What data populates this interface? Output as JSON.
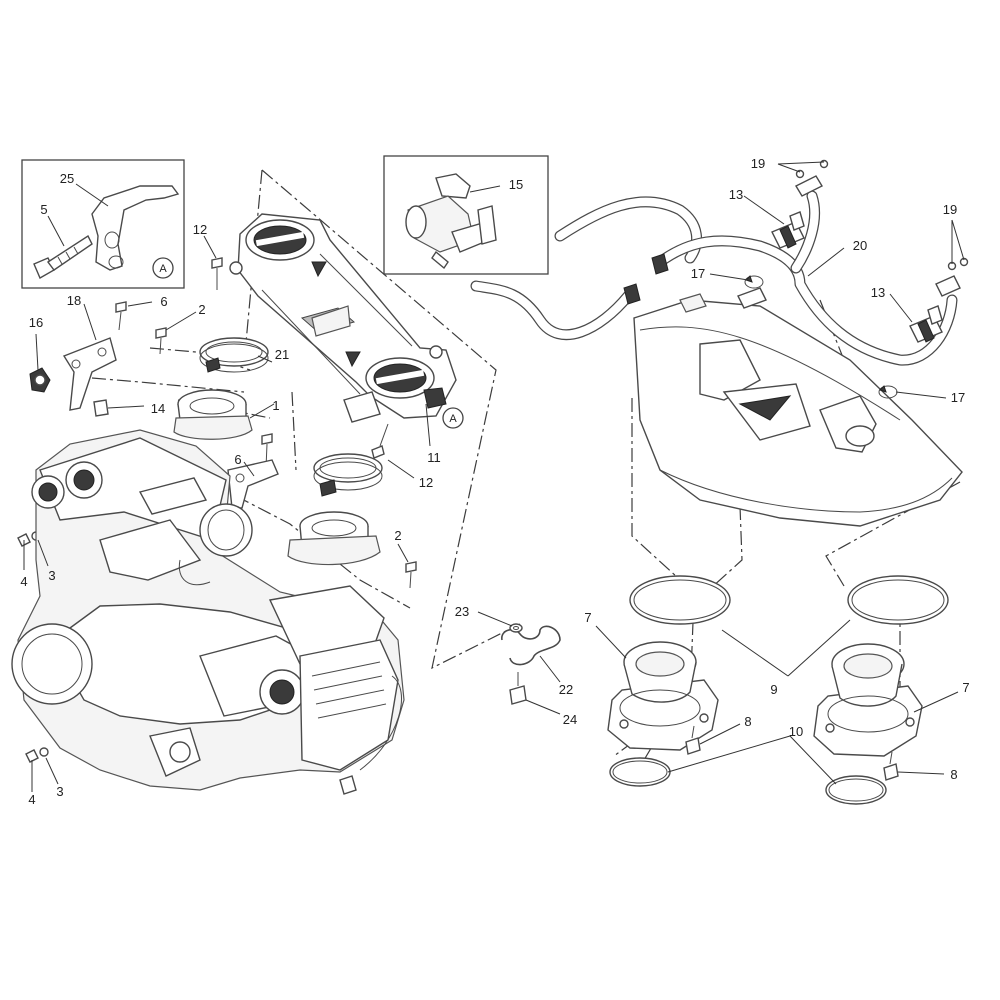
{
  "diagram": {
    "detail_letter": "A",
    "part_labels": [
      "25",
      "5",
      "12",
      "15",
      "19",
      "13",
      "19",
      "20",
      "18",
      "6",
      "2",
      "16",
      "21",
      "14",
      "1",
      "17",
      "13",
      "17",
      "11",
      "12",
      "6",
      "4",
      "3",
      "2",
      "23",
      "7",
      "22",
      "9",
      "24",
      "8",
      "7",
      "10",
      "4",
      "3",
      "8"
    ]
  }
}
